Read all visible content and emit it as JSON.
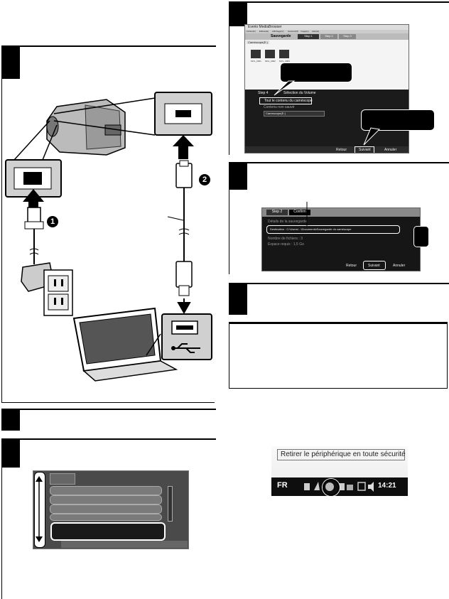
{
  "callouts": {
    "one": "1",
    "two": "2"
  },
  "software": {
    "title": "Everio MediaBrowser",
    "menu": [
      "Fichier(F)",
      "Édition(E)",
      "Affichage(V)",
      "Gestion(M)",
      "Image(L)",
      "Aide(H)"
    ],
    "wizard_title": "Sauvegarde",
    "steps": [
      "Step 1",
      "Step 2",
      "Step 3"
    ],
    "device_label": "Camescope(E:)",
    "thumbs": [
      "MOL_0001",
      "MOL_0002",
      "MOL_0003"
    ],
    "step4_title": "Step 4",
    "step4_heading": "Sélection du Volume",
    "option1": "Tout le contenu du caméscope",
    "option2": "Contenu non sauvé",
    "select_value": "Camescope(E:)",
    "buttons": [
      "Retour",
      "Suivant",
      "Annuler"
    ]
  },
  "confirm": {
    "tabs": [
      "Step 2",
      "Confirm"
    ],
    "line1": "Détails de la sauvegarde",
    "line2": "Destination : C:\\Users\\...\\Documents\\Sauvegarde du caméscope",
    "line3": "Nombre de fichiers : 3",
    "line4": "Espace requis : 1,5 Go",
    "buttons": [
      "Retour",
      "Suivant",
      "Annuler"
    ]
  },
  "tray": {
    "tooltip": "Retirer le périphérique en toute sécurité",
    "lang": "FR",
    "time": "14:21"
  }
}
